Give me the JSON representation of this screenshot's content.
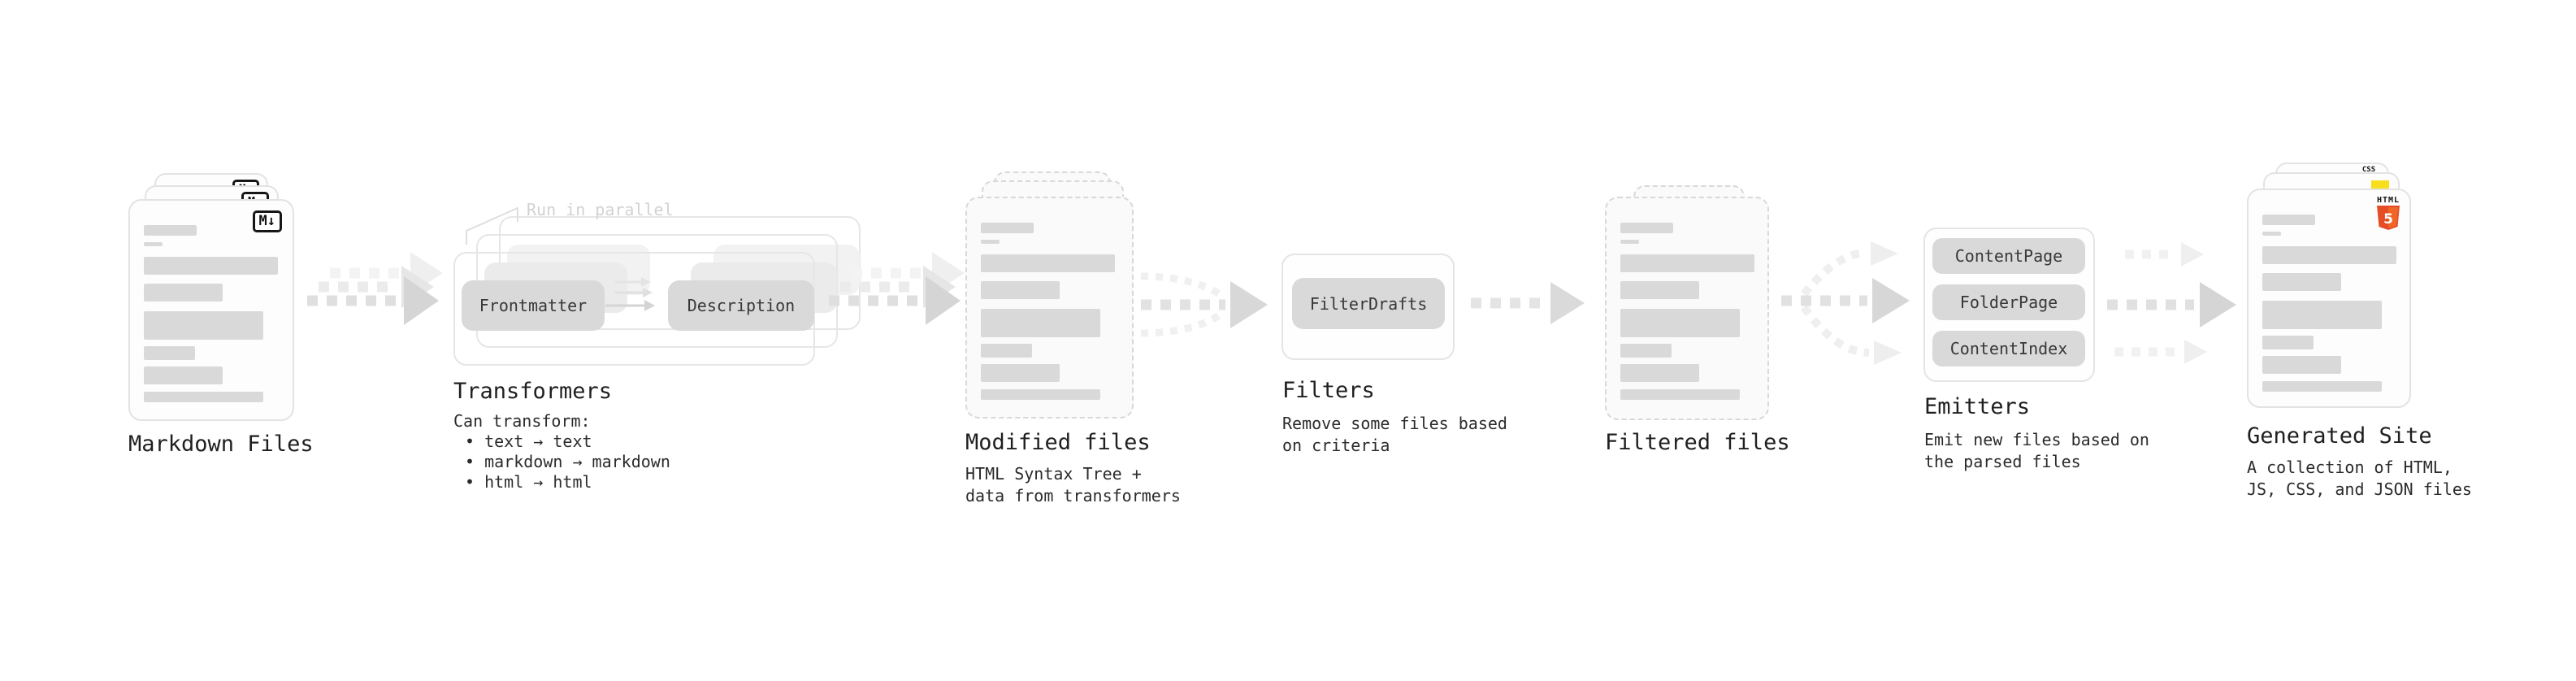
{
  "stages": {
    "markdown_files": {
      "title": "Markdown Files",
      "badge": "M↓"
    },
    "transformers": {
      "title": "Transformers",
      "annotation": "Run in parallel",
      "pill_left": "Frontmatter",
      "pill_right": "Description",
      "caption": "Can transform:",
      "bullets": [
        "• text → text",
        "• markdown → markdown",
        "• html → html"
      ]
    },
    "modified_files": {
      "title": "Modified files",
      "subtitle": [
        "HTML Syntax Tree +",
        "data from transformers"
      ]
    },
    "filters": {
      "title": "Filters",
      "pill": "FilterDrafts",
      "subtitle": [
        "Remove some files based",
        "on criteria"
      ]
    },
    "filtered_files": {
      "title": "Filtered files"
    },
    "emitters": {
      "title": "Emitters",
      "pills": [
        "ContentPage",
        "FolderPage",
        "ContentIndex"
      ],
      "subtitle": [
        "Emit new files based on",
        "the parsed files"
      ]
    },
    "generated_site": {
      "title": "Generated Site",
      "subtitle": [
        "A collection of HTML,",
        "JS, CSS, and JSON files"
      ],
      "badges": {
        "html_label": "HTML",
        "html_number": "5",
        "css": "CSS"
      }
    }
  },
  "colors": {
    "html5_orange": "#e44d26",
    "html5_orange_light": "#f16529",
    "js_yellow": "#f7df1e",
    "css_blue": "#2962ff",
    "bar_gray": "#d9d9d9"
  }
}
